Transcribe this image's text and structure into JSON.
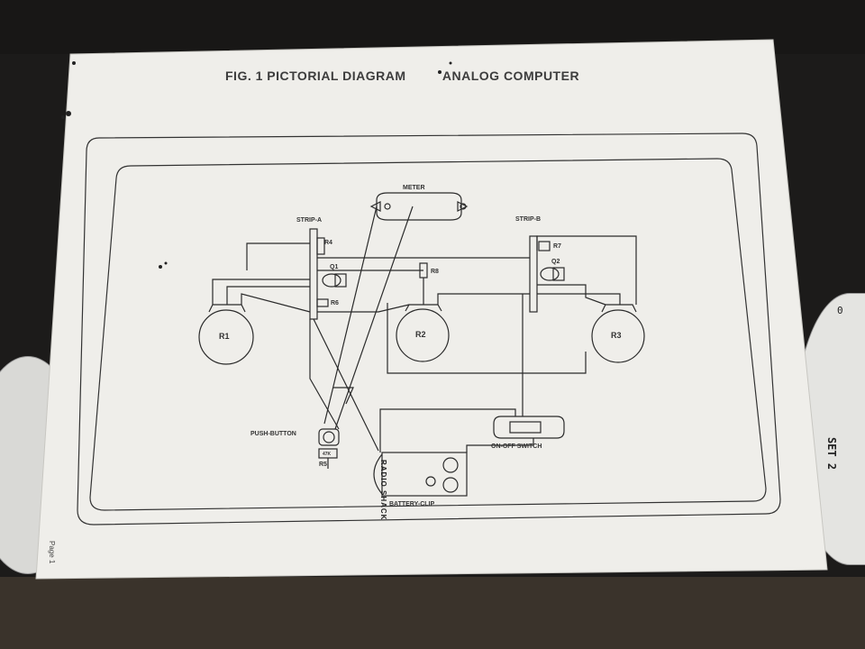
{
  "title": {
    "figure": "FIG. 1 PICTORIAL DIAGRAM",
    "subtitle": "ANALOG COMPUTER"
  },
  "components": {
    "meter": "METER",
    "strip_a": "STRIP-A",
    "strip_b": "STRIP-B",
    "r1": "R1",
    "r2": "R2",
    "r3": "R3",
    "r4": "R4",
    "r5": "R5",
    "r6": "R6",
    "r7": "R7",
    "r8": "R8",
    "q1": "Q1",
    "q2": "Q2",
    "push_button": "PUSH-BUTTON",
    "on_off_switch": "ON-OFF SWITCH",
    "battery_clip": "BATTERY-CLIP",
    "battery_brand": "RADIO SHACK",
    "r5_value": "47K"
  },
  "page": {
    "number": "Page 1"
  },
  "dial": {
    "zero_label": "0",
    "set_label": "SET 2"
  },
  "colors": {
    "paper": "#efeeea",
    "ink": "#2b2b2b",
    "background": "#1c1b1a"
  }
}
